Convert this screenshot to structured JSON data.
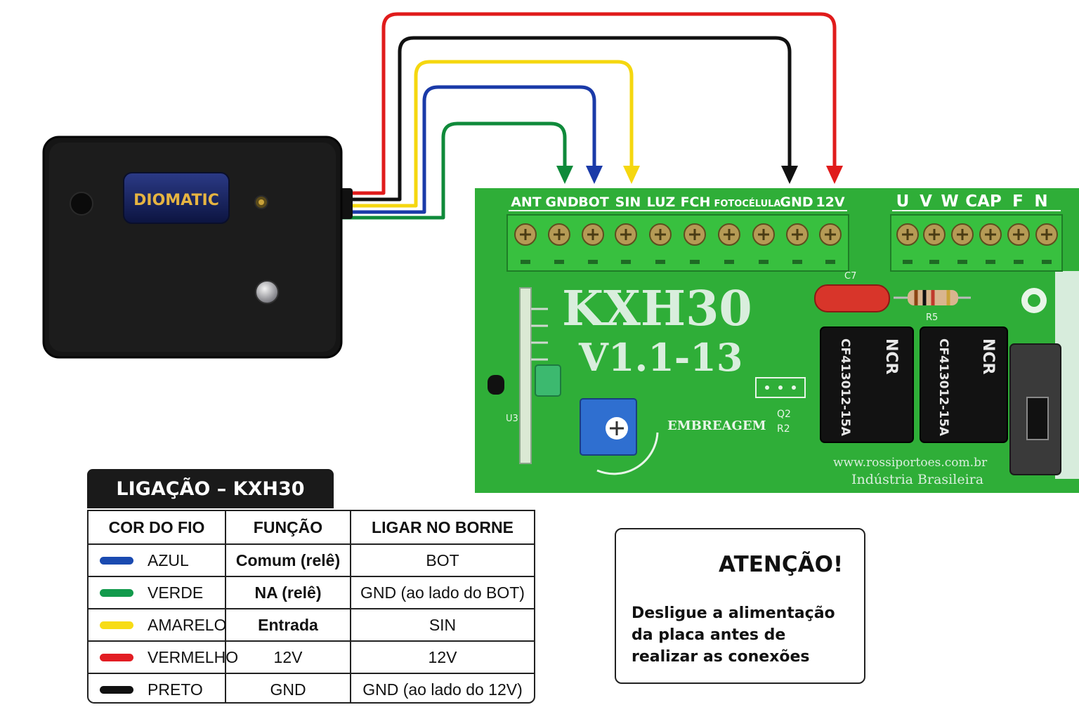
{
  "remote": {
    "brand": "DIOMATIC"
  },
  "board": {
    "model": "KXH30",
    "version": "V1.1-13",
    "website": "www.rossiportoes.com.br",
    "made_in": "Indústria Brasileira",
    "clutch_label": "EMBREAGEM",
    "terminals_left": [
      "ANT",
      "GND",
      "BOT",
      "SIN",
      "LUZ",
      "FCH",
      "FOTOCÉLULA",
      "GND",
      "12V"
    ],
    "terminals_right": [
      "U",
      "V",
      "W",
      "CAP",
      "F",
      "N"
    ],
    "relay_text": "CF413012-15A",
    "relay_brand": "NCR",
    "components": {
      "c7": "C7",
      "r5": "R5",
      "q2": "Q2",
      "r2": "R2",
      "u3": "U3"
    }
  },
  "wire_colors": {
    "blue": "#1a3aa8",
    "green": "#0f8a3a",
    "yellow": "#f5d70f",
    "red": "#e01b1b",
    "black": "#111111",
    "pcb": "#2fae38"
  },
  "table": {
    "title": "LIGAÇÃO – KXH30",
    "headers": [
      "COR DO FIO",
      "FUNÇÃO",
      "LIGAR NO BORNE"
    ],
    "rows": [
      {
        "color": "#1a4ab0",
        "wire": "AZUL",
        "function": "Comum (relê)",
        "terminal": "BOT"
      },
      {
        "color": "#129a4c",
        "wire": "VERDE",
        "function": "NA (relê)",
        "terminal": "GND (ao lado do BOT)"
      },
      {
        "color": "#f7dc16",
        "wire": "AMARELO",
        "function": "Entrada",
        "terminal": "SIN"
      },
      {
        "color": "#e21d23",
        "wire": "VERMELHO",
        "function": "12V",
        "terminal": "12V"
      },
      {
        "color": "#111111",
        "wire": "PRETO",
        "function": "GND",
        "terminal": "GND (ao lado do 12V)"
      }
    ]
  },
  "attention": {
    "title": "ATENÇÃO!",
    "text": "Desligue a alimentação da placa antes de realizar as conexões"
  }
}
